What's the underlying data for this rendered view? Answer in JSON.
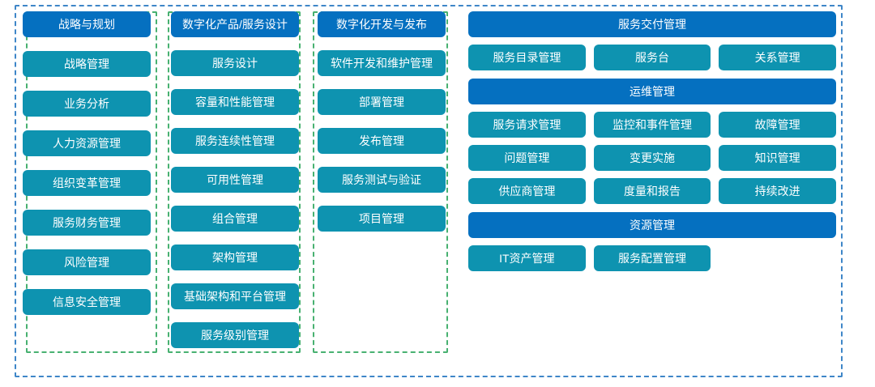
{
  "theme": {
    "header_color": "#0570c0",
    "item_color": "#0e93b0",
    "outer_border_color": "#3e86c8",
    "column_border_color": "#48b171",
    "text_color": "#ffffff",
    "background": "#ffffff"
  },
  "columns": [
    {
      "header": "战略与规划",
      "items": [
        "战略管理",
        "业务分析",
        "人力资源管理",
        "组织变革管理",
        "服务财务管理",
        "风险管理",
        "信息安全管理"
      ]
    },
    {
      "header": "数字化产品/服务设计",
      "items": [
        "服务设计",
        "容量和性能管理",
        "服务连续性管理",
        "可用性管理",
        "组合管理",
        "架构管理",
        "基础架构和平台管理",
        "服务级别管理"
      ]
    },
    {
      "header": "数字化开发与发布",
      "items": [
        "软件开发和维护管理",
        "部署管理",
        "发布管理",
        "服务测试与验证",
        "项目管理"
      ]
    }
  ],
  "groups": [
    {
      "header": "服务交付管理",
      "items": [
        "服务目录管理",
        "服务台",
        "关系管理"
      ]
    },
    {
      "header": "运维管理",
      "items": [
        "服务请求管理",
        "监控和事件管理",
        "故障管理",
        "问题管理",
        "变更实施",
        "知识管理",
        "供应商管理",
        "度量和报告",
        "持续改进"
      ]
    },
    {
      "header": "资源管理",
      "items": [
        "IT资产管理",
        "服务配置管理"
      ]
    }
  ]
}
